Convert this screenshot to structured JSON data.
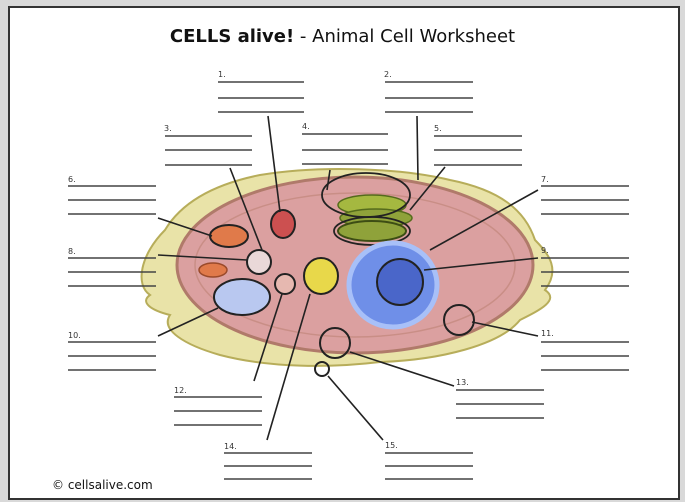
{
  "worksheet": {
    "title_brand": "CELLS alive!",
    "title_rest": " - Animal Cell Worksheet",
    "footer": "© cellsalive.com"
  },
  "labels": [
    "1.",
    "2.",
    "3.",
    "4.",
    "5.",
    "6.",
    "7.",
    "8.",
    "9.",
    "10.",
    "11.",
    "12.",
    "13.",
    "14.",
    "15."
  ],
  "colors": {
    "cytoplasm": "#dba0a0",
    "membrane_outer": "#c9b27a",
    "nucleus": "#6f8fe8",
    "nucleolus": "#4a66c9",
    "golgi": "#8fa23a",
    "mitochondria": "#e07a4a",
    "outline": "#222222"
  }
}
